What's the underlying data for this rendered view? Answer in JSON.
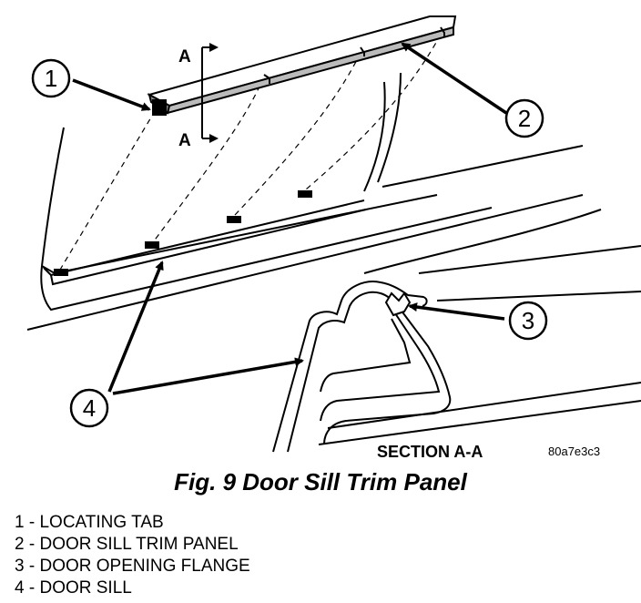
{
  "figure": {
    "callouts": [
      "1",
      "2",
      "3",
      "4"
    ],
    "section_marker": "A",
    "section_label": "SECTION A-A",
    "image_code": "80a7e3c3"
  },
  "caption": "Fig. 9 Door Sill Trim Panel",
  "legend": [
    {
      "number": "1",
      "label": "LOCATING TAB"
    },
    {
      "number": "2",
      "label": "DOOR SILL TRIM PANEL"
    },
    {
      "number": "3",
      "label": "DOOR OPENING FLANGE"
    },
    {
      "number": "4",
      "label": "DOOR SILL"
    }
  ]
}
